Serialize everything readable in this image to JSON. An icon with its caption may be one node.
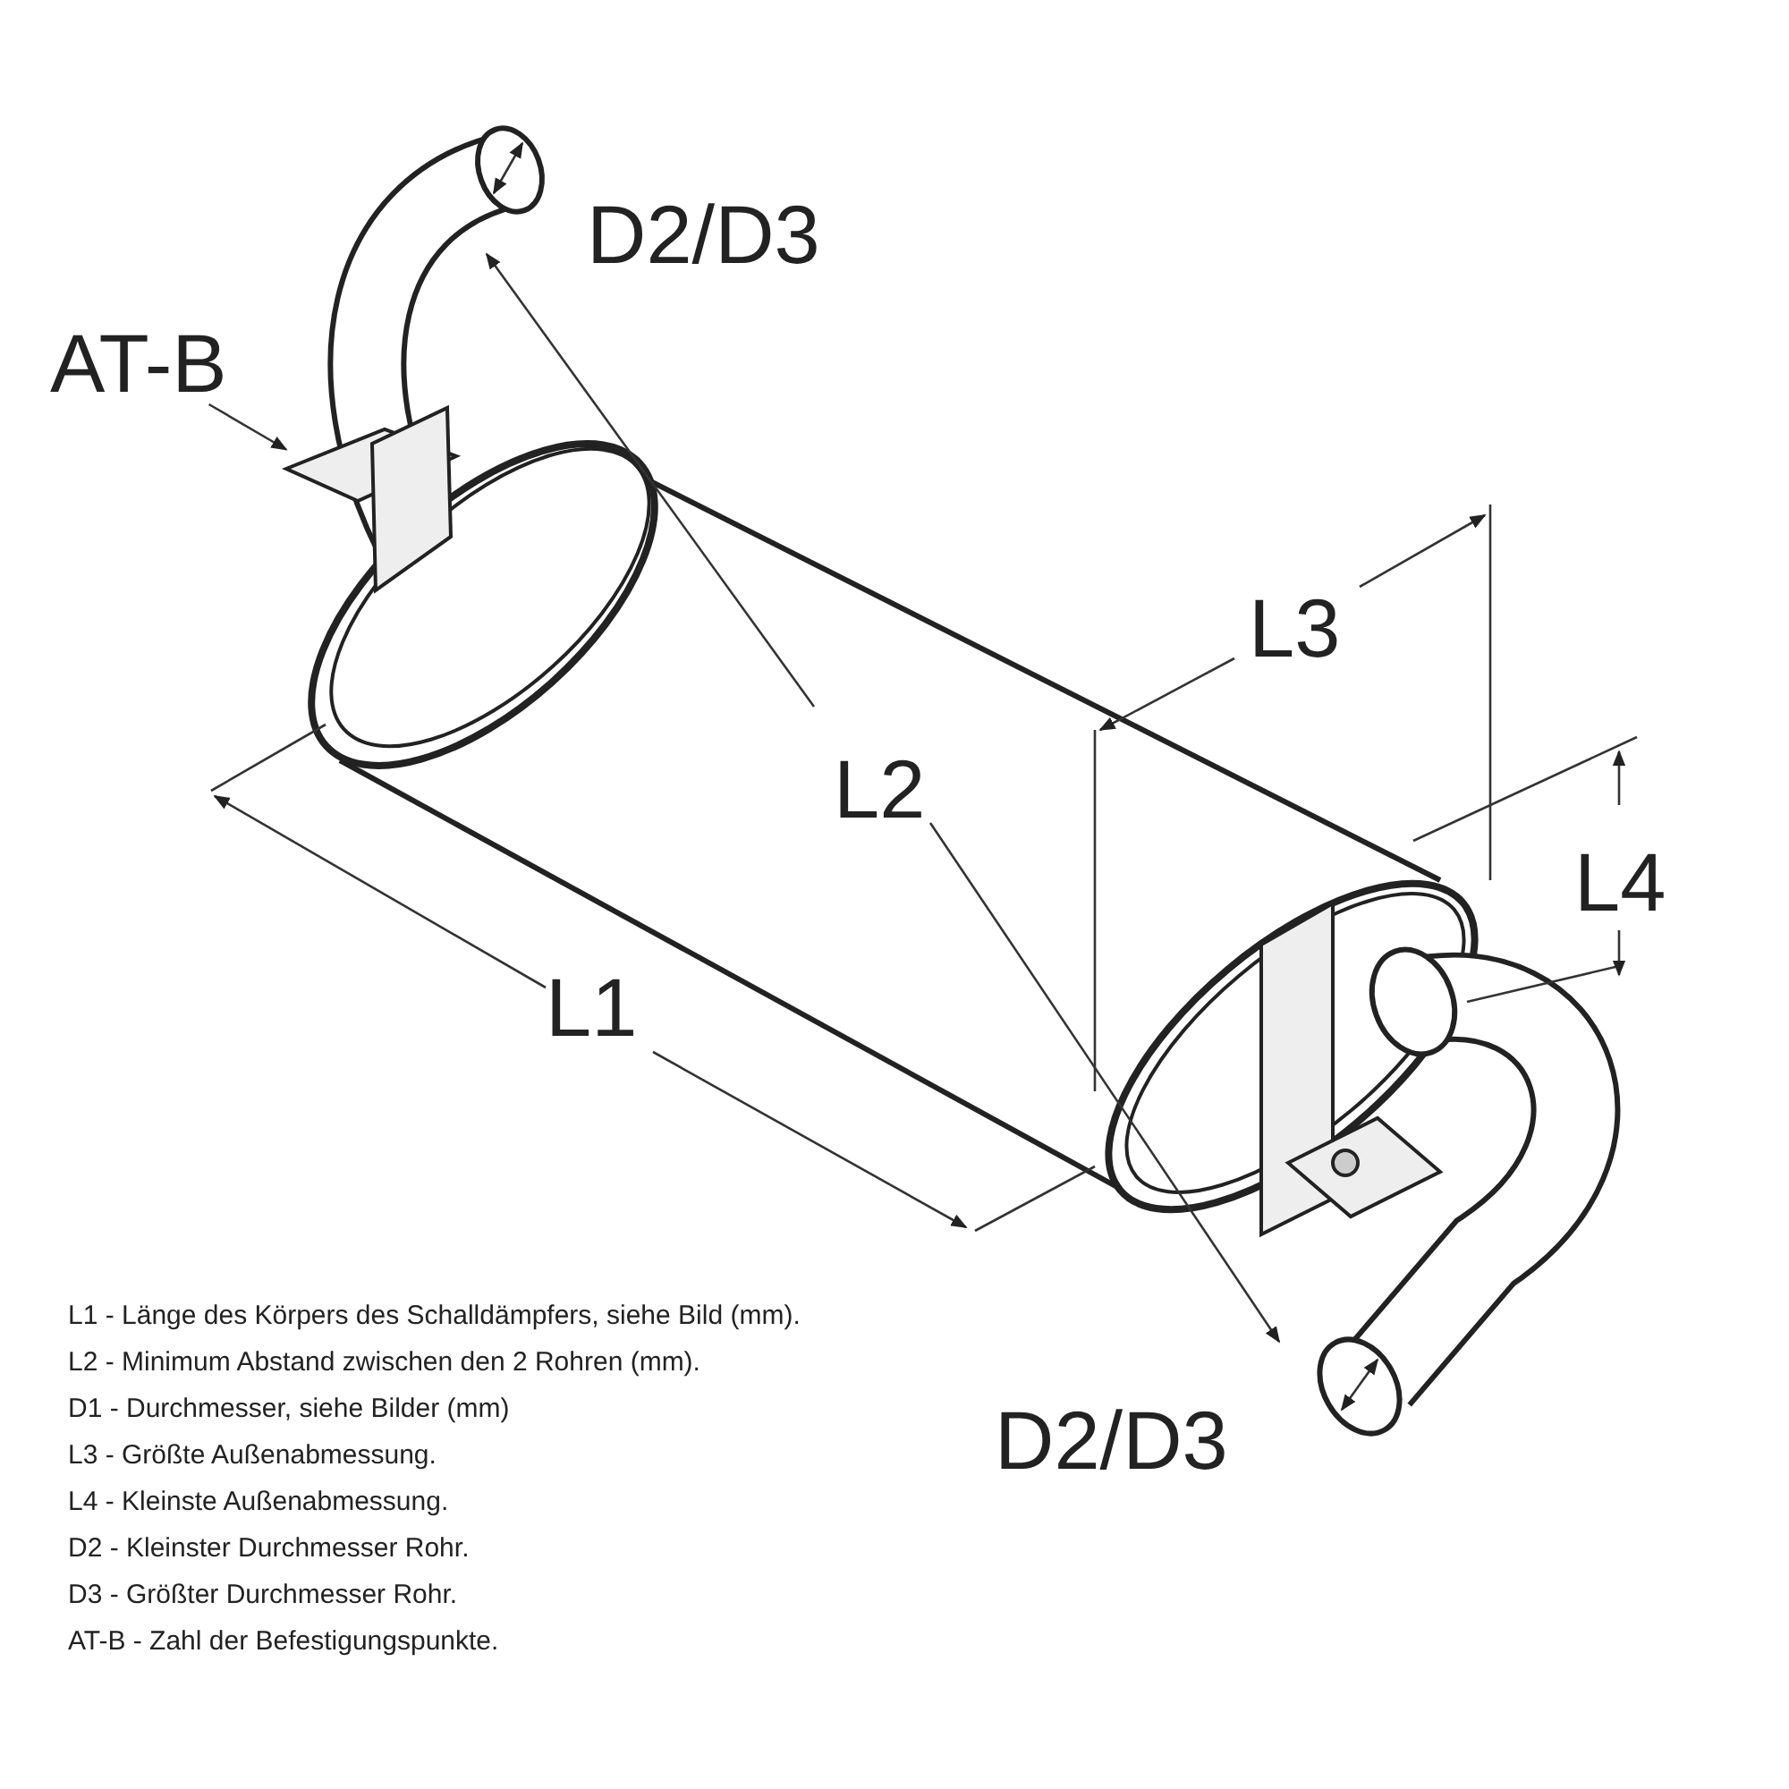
{
  "diagram": {
    "nodes": [
      {
        "text": [
          "AT-B"
        ]
      },
      {
        "text": [],
        "shape": "picture"
      }
    ],
    "edges": [
      {
        "from": 0,
        "to": 1,
        "arrow": "to"
      }
    ],
    "labels": [
      "D2/D3",
      "L3",
      "L2",
      "L4",
      "L1",
      "D2/D3",
      "L1 - Länge des Körpers des Schalldämpfers, siehe Bild (mm).",
      "L2 - Minimum Abstand zwischen den 2 Rohren (mm).",
      "D1 - Durchmesser, siehe Bilder (mm)",
      "L3 - Größte Außenabmessung.",
      "L4 - Kleinste Außenabmessung.",
      "D2 - Kleinster Durchmesser Rohr.",
      "D3 - Größter Durchmesser Rohr.",
      "AT-B - Zahl der Befestigungspunkte."
    ]
  }
}
